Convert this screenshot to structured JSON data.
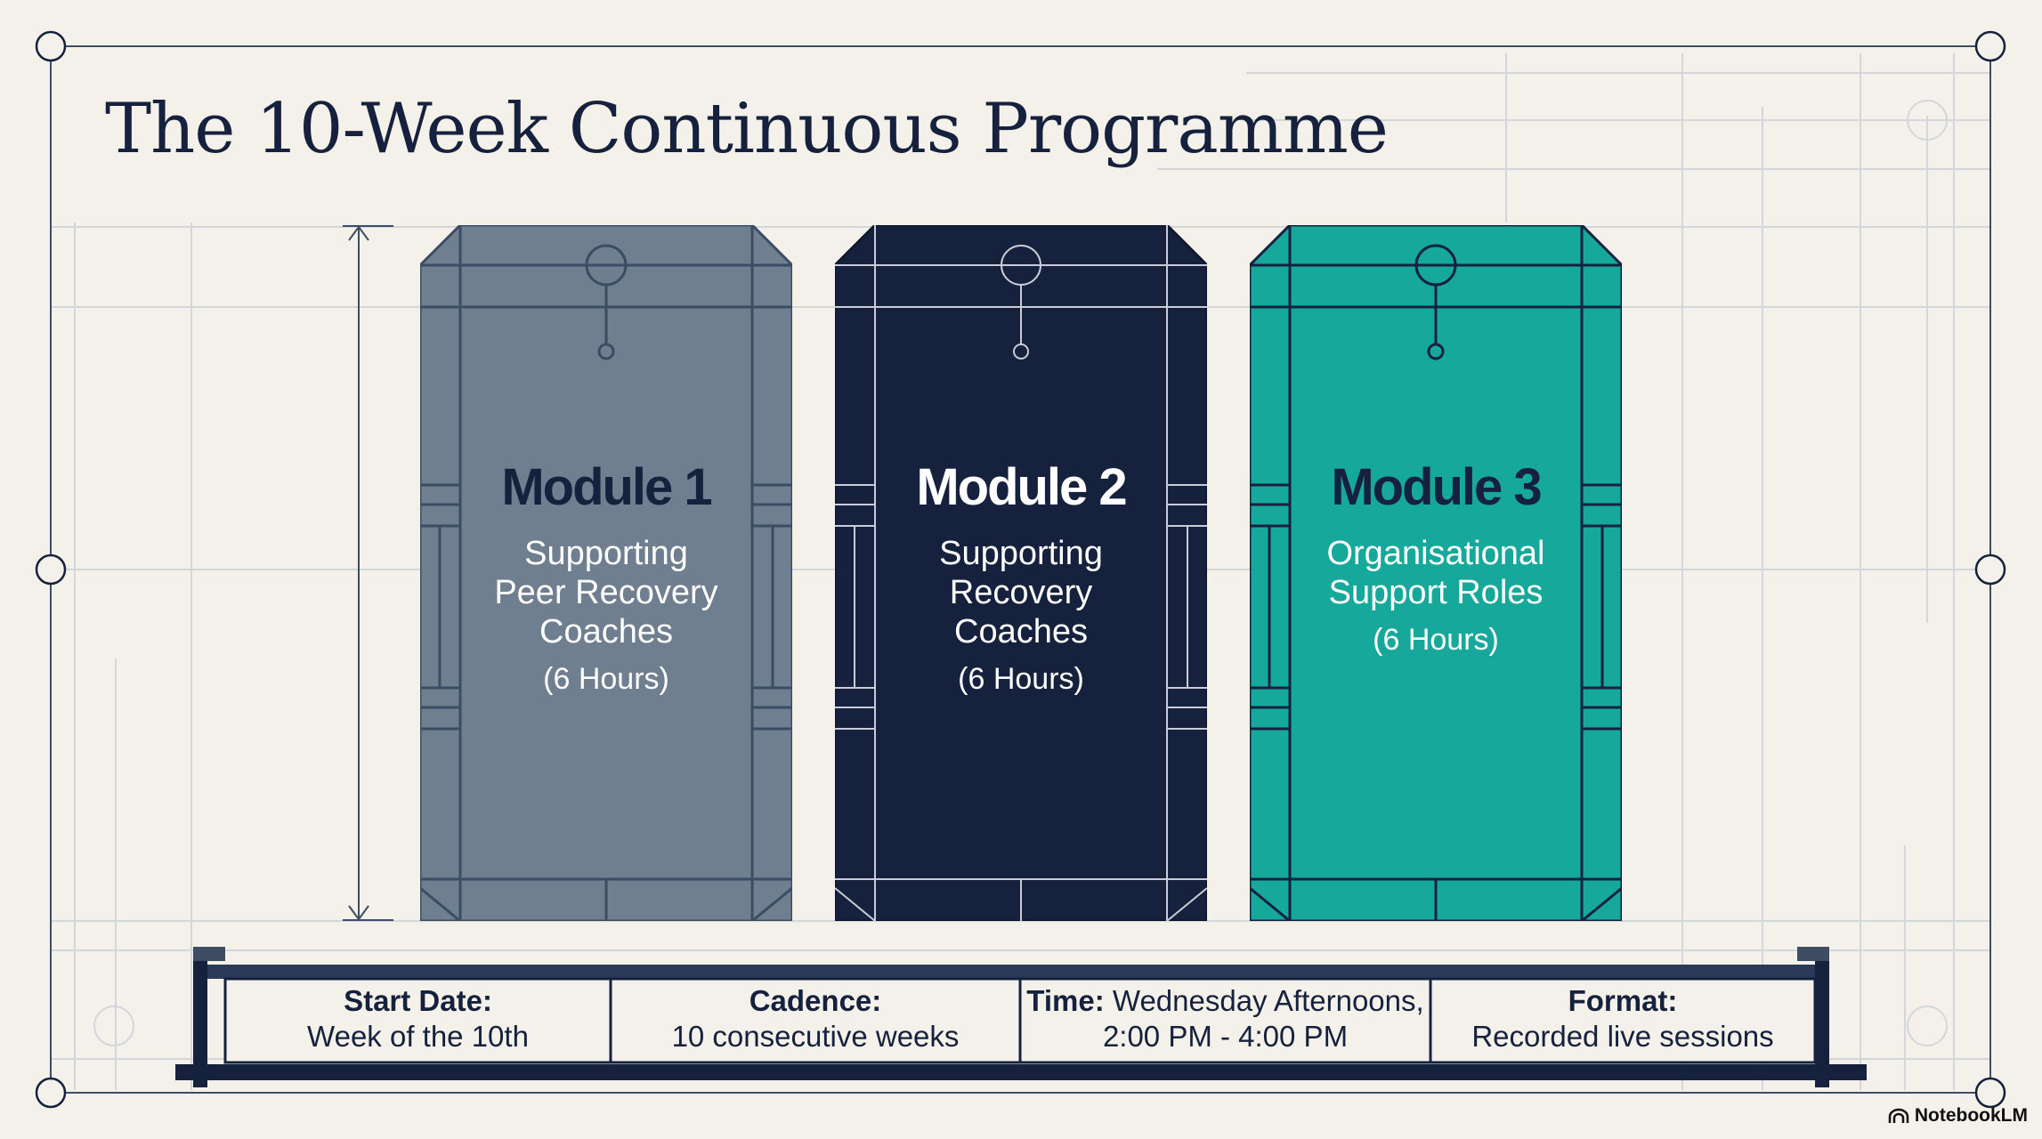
{
  "title": "The 10-Week Continuous Programme",
  "modules": [
    {
      "name": "Module 1",
      "subtitle_lines": [
        "Supporting",
        "Peer Recovery",
        "Coaches"
      ],
      "hours": "(6 Hours)"
    },
    {
      "name": "Module 2",
      "subtitle_lines": [
        "Supporting",
        "Recovery",
        "Coaches"
      ],
      "hours": "(6 Hours)"
    },
    {
      "name": "Module 3",
      "subtitle_lines": [
        "Organisational",
        "Support Roles"
      ],
      "hours": "(6 Hours)"
    }
  ],
  "details": {
    "start": {
      "label": "Start Date:",
      "value": "Week of the 10th"
    },
    "cadence": {
      "label": "Cadence:",
      "value": "10 consecutive weeks"
    },
    "time": {
      "label": "Time:",
      "value_line1": "Wednesday Afternoons,",
      "value_line2": "2:00 PM - 4:00 PM"
    },
    "format": {
      "label": "Format:",
      "value": "Recorded live sessions"
    }
  },
  "brand": "NotebookLM",
  "colors": {
    "background": "#f4f1ea",
    "ink": "#16213d",
    "module1": "#6f7f8f",
    "module2": "#16213d",
    "module3": "#17a89c",
    "grid": "#cfd3d8"
  }
}
